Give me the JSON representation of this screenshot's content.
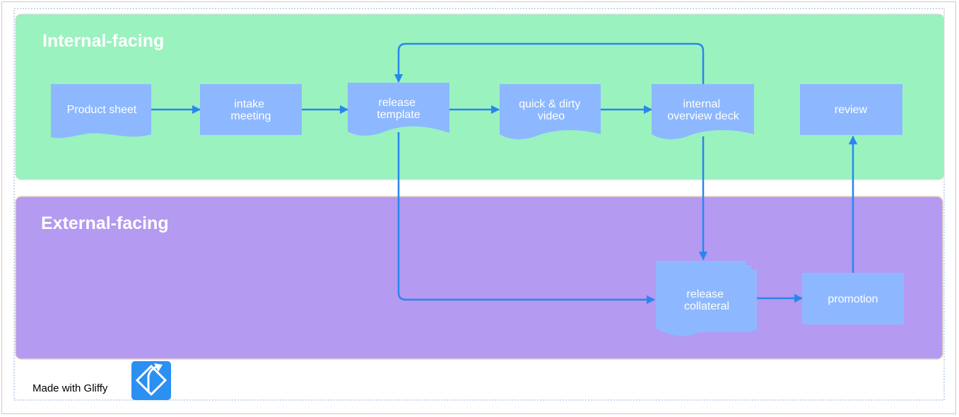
{
  "colors": {
    "internal_lane": "#9af2bf",
    "external_lane": "#b49af0",
    "node_fill": "#8db8ff",
    "connector": "#2a86ef",
    "logo": "#2c8ff2"
  },
  "lanes": {
    "internal": {
      "title": "Internal-facing"
    },
    "external": {
      "title": "External-facing"
    }
  },
  "nodes": {
    "product_sheet": {
      "lines": [
        "Product sheet"
      ],
      "shape": "document"
    },
    "intake_meeting": {
      "lines": [
        "intake",
        "meeting"
      ],
      "shape": "rectangle"
    },
    "release_template": {
      "lines": [
        "release",
        "template"
      ],
      "shape": "document"
    },
    "quick_dirty_video": {
      "lines": [
        "quick & dirty",
        "video"
      ],
      "shape": "document"
    },
    "internal_overview_deck": {
      "lines": [
        "internal",
        "overview deck"
      ],
      "shape": "document"
    },
    "review": {
      "lines": [
        "review"
      ],
      "shape": "rectangle"
    },
    "release_collateral": {
      "lines": [
        "release",
        "collateral"
      ],
      "shape": "multi-document"
    },
    "promotion": {
      "lines": [
        "promotion"
      ],
      "shape": "rectangle"
    }
  },
  "edges": [
    {
      "from": "Product sheet",
      "to": "intake meeting"
    },
    {
      "from": "intake meeting",
      "to": "release template"
    },
    {
      "from": "release template",
      "to": "quick & dirty video"
    },
    {
      "from": "quick & dirty video",
      "to": "internal overview deck"
    },
    {
      "from": "internal overview deck",
      "to": "release template"
    },
    {
      "from": "internal overview deck",
      "to": "release collateral"
    },
    {
      "from": "release template",
      "to": "release collateral"
    },
    {
      "from": "release collateral",
      "to": "promotion"
    },
    {
      "from": "promotion",
      "to": "review"
    }
  ],
  "footer": {
    "text": "Made with Gliffy",
    "logo_icon": "gliffy-logo-icon"
  }
}
